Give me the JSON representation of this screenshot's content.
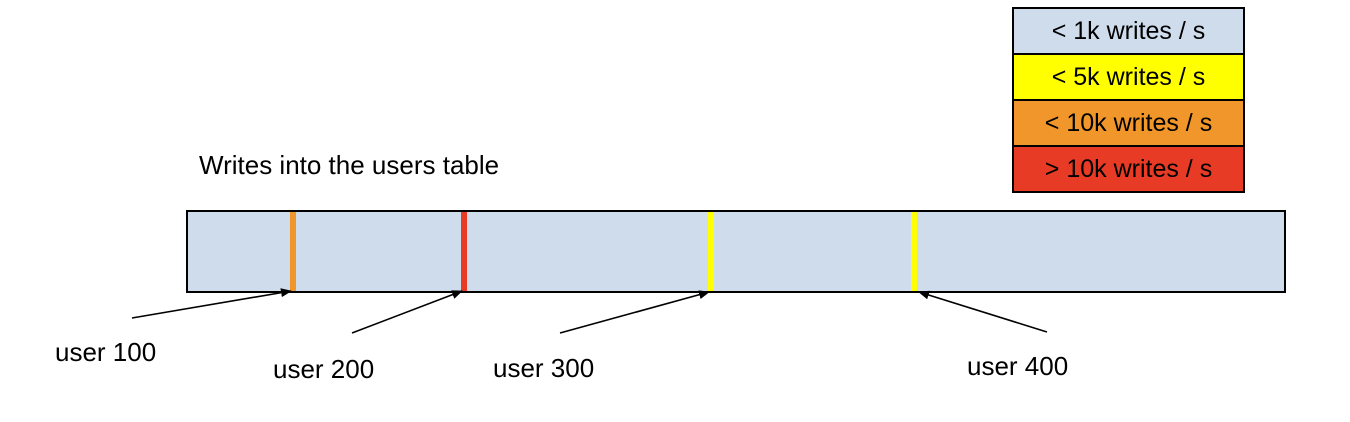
{
  "diagram": {
    "title": "Writes into the users table",
    "bar": {
      "fill": "#cfdcec",
      "border": "#000000"
    },
    "legend": {
      "items": [
        {
          "label": "< 1k writes / s",
          "color": "#cfdcec"
        },
        {
          "label": "< 5k writes / s",
          "color": "#ffff00"
        },
        {
          "label": "< 10k writes / s",
          "color": "#f0962a"
        },
        {
          "label": "> 10k writes / s",
          "color": "#e73b25"
        }
      ]
    },
    "markers": [
      {
        "label": "user 100",
        "color": "#f0962a",
        "rate_bucket": "< 10k writes / s"
      },
      {
        "label": "user 200",
        "color": "#e73b25",
        "rate_bucket": "> 10k writes / s"
      },
      {
        "label": "user 300",
        "color": "#ffff00",
        "rate_bucket": "< 5k writes / s"
      },
      {
        "label": "user 400",
        "color": "#ffff00",
        "rate_bucket": "< 5k writes / s"
      }
    ]
  }
}
